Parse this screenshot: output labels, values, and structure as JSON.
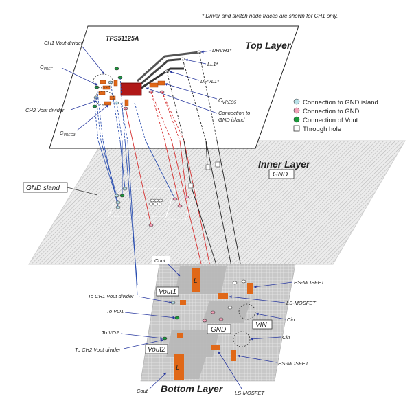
{
  "note": "* Driver and switch node traces are shown for CH1 only.",
  "layers": {
    "top": "Top Layer",
    "inner": "Inner Layer",
    "bottom": "Bottom Layer"
  },
  "top_labels": {
    "ic": "TPS51125A",
    "ch1_vout_divider": "CH1 Vout divider",
    "cvref": "C",
    "cvref_sub": "VREF",
    "ch2_vout_divider": "CH2 Vout divider",
    "cvreg3": "C",
    "cvreg3_sub": "VREG3",
    "drvh1": "DRVH1*",
    "ll1": "LL1*",
    "drvl1": "DRVL1*",
    "cvreg5": "C",
    "cvreg5_sub": "VREG5",
    "conn_gnd_island_1": "Connection to",
    "conn_gnd_island_2": "GND island"
  },
  "legend": {
    "items": [
      {
        "label": "Connection to GND island",
        "color": "#b8e0e8"
      },
      {
        "label": "Connection to GND",
        "color": "#f2a0b8"
      },
      {
        "label": "Connection of Vout",
        "color": "#1a9a3a"
      },
      {
        "label": "Through hole",
        "color": "#ffffff"
      }
    ]
  },
  "inner_labels": {
    "gnd_island": "GND sland",
    "gnd": "GND"
  },
  "bottom_labels": {
    "cout_top": "Cout",
    "cout_bottom": "Cout",
    "hs_mosfet_1": "HS-MOSFET",
    "ls_mosfet_1": "LS-MOSFET",
    "cin_1": "Cin",
    "cin_2": "Cin",
    "hs_mosfet_2": "HS-MOSFET",
    "ls_mosfet_2": "LS-MOSFET",
    "to_ch1_vout_divider": "To CH1 Vout divider",
    "to_vo1": "To VO1",
    "to_vo2": "To VO2",
    "to_ch2_vout_divider": "To CH2 Vout divider",
    "vout1": "Vout1",
    "vout2": "Vout2",
    "gnd": "GND",
    "vin": "VIN",
    "l1": "L",
    "l2": "L"
  },
  "colors": {
    "trace_blue": "#2b4fb0",
    "trace_red": "#d63030",
    "trace_black": "#222222",
    "copper": "#e06818",
    "ic_body": "#b01818",
    "arrow": "#2a3aa0"
  }
}
